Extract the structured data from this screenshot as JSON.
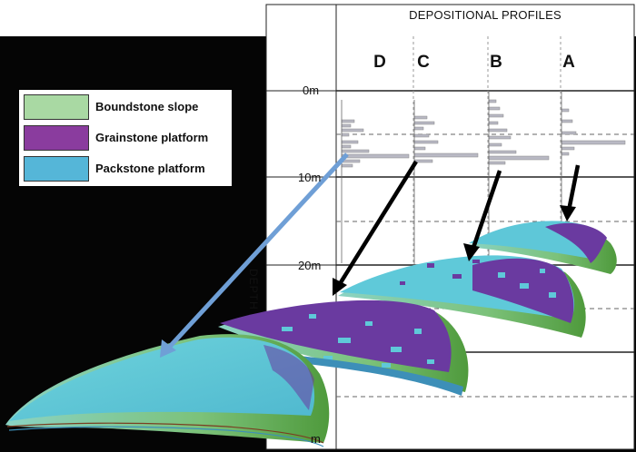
{
  "title": "DEPOSITIONAL PROFILES",
  "columns": [
    "D",
    "C",
    "B",
    "A"
  ],
  "depth_axis": {
    "label": "DEPTH",
    "ticks": [
      "0m",
      "10m",
      "20m",
      "m"
    ]
  },
  "legend": [
    {
      "label": "Boundstone slope",
      "color": "#a9d9a3"
    },
    {
      "label": "Grainstone platform",
      "color": "#8a3c9e"
    },
    {
      "label": "Packstone platform",
      "color": "#55b6d8"
    }
  ],
  "colors": {
    "background_dark": "#050505",
    "packstone": "#5cc8d8",
    "grainstone": "#6a3aa0",
    "boundstone": "#86c46a",
    "arrow_black": "#000000",
    "arrow_blue": "#6f9fd6"
  }
}
